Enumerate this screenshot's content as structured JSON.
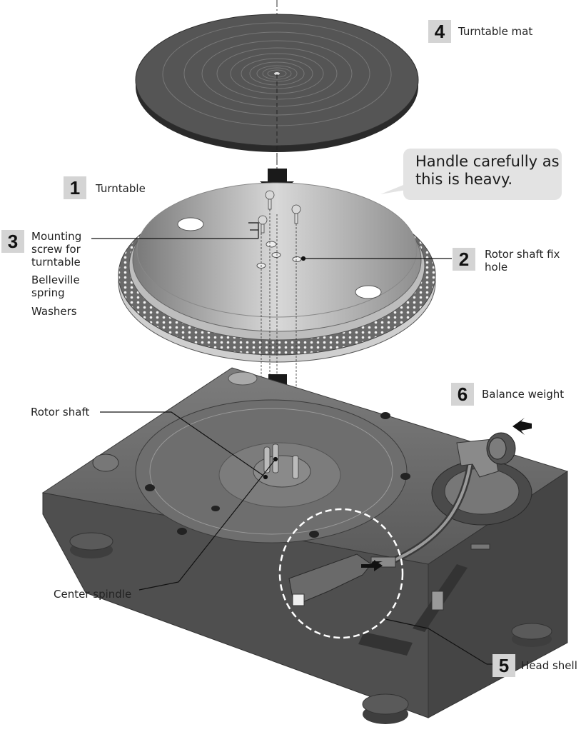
{
  "callout": {
    "line1": "Handle carefully as",
    "line2": "this is heavy."
  },
  "parts": [
    {
      "number": "1",
      "label": "Turntable"
    },
    {
      "number": "2",
      "label_line1": "Rotor shaft fix",
      "label_line2": "hole"
    },
    {
      "number": "3",
      "label_line1": "Mounting",
      "label_line2": "screw for",
      "label_line3": "turntable",
      "sub1_line1": "Belleville",
      "sub1_line2": "spring",
      "sub2": "Washers"
    },
    {
      "number": "4",
      "label": "Turntable mat"
    },
    {
      "number": "5",
      "label": "Head shell"
    },
    {
      "number": "6",
      "label": "Balance weight"
    }
  ],
  "unnumbered": {
    "rotor_shaft": "Rotor shaft",
    "center_spindle": "Center spindle"
  }
}
